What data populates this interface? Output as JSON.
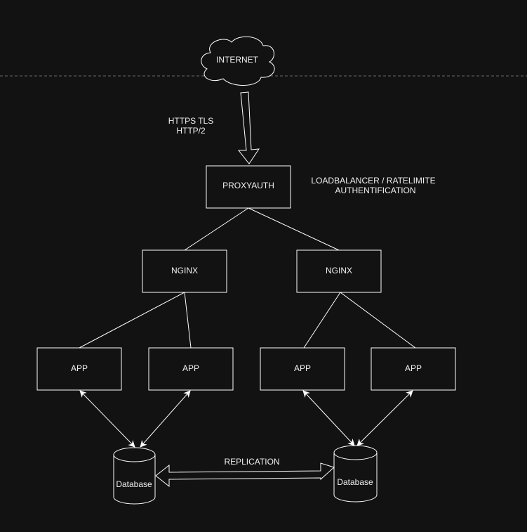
{
  "colors": {
    "background": "#121212",
    "stroke": "#ffffff",
    "text": "#f0f0f0",
    "dashed": "#6a6a6a"
  },
  "internet": {
    "label": "INTERNET",
    "icon": "cloud-icon"
  },
  "protocol": {
    "line1": "HTTPS TLS",
    "line2": "HTTP/2"
  },
  "proxy": {
    "label": "PROXYAUTH"
  },
  "proxy_note": {
    "line1": "LOADBALANCER / RATELIMITE",
    "line2": "AUTHENTIFICATION"
  },
  "nginx": [
    {
      "label": "NGINX"
    },
    {
      "label": "NGINX"
    }
  ],
  "apps": [
    {
      "label": "APP"
    },
    {
      "label": "APP"
    },
    {
      "label": "APP"
    },
    {
      "label": "APP"
    }
  ],
  "databases": [
    {
      "label": "Database"
    },
    {
      "label": "Database"
    }
  ],
  "replication": {
    "label": "REPLICATION"
  }
}
